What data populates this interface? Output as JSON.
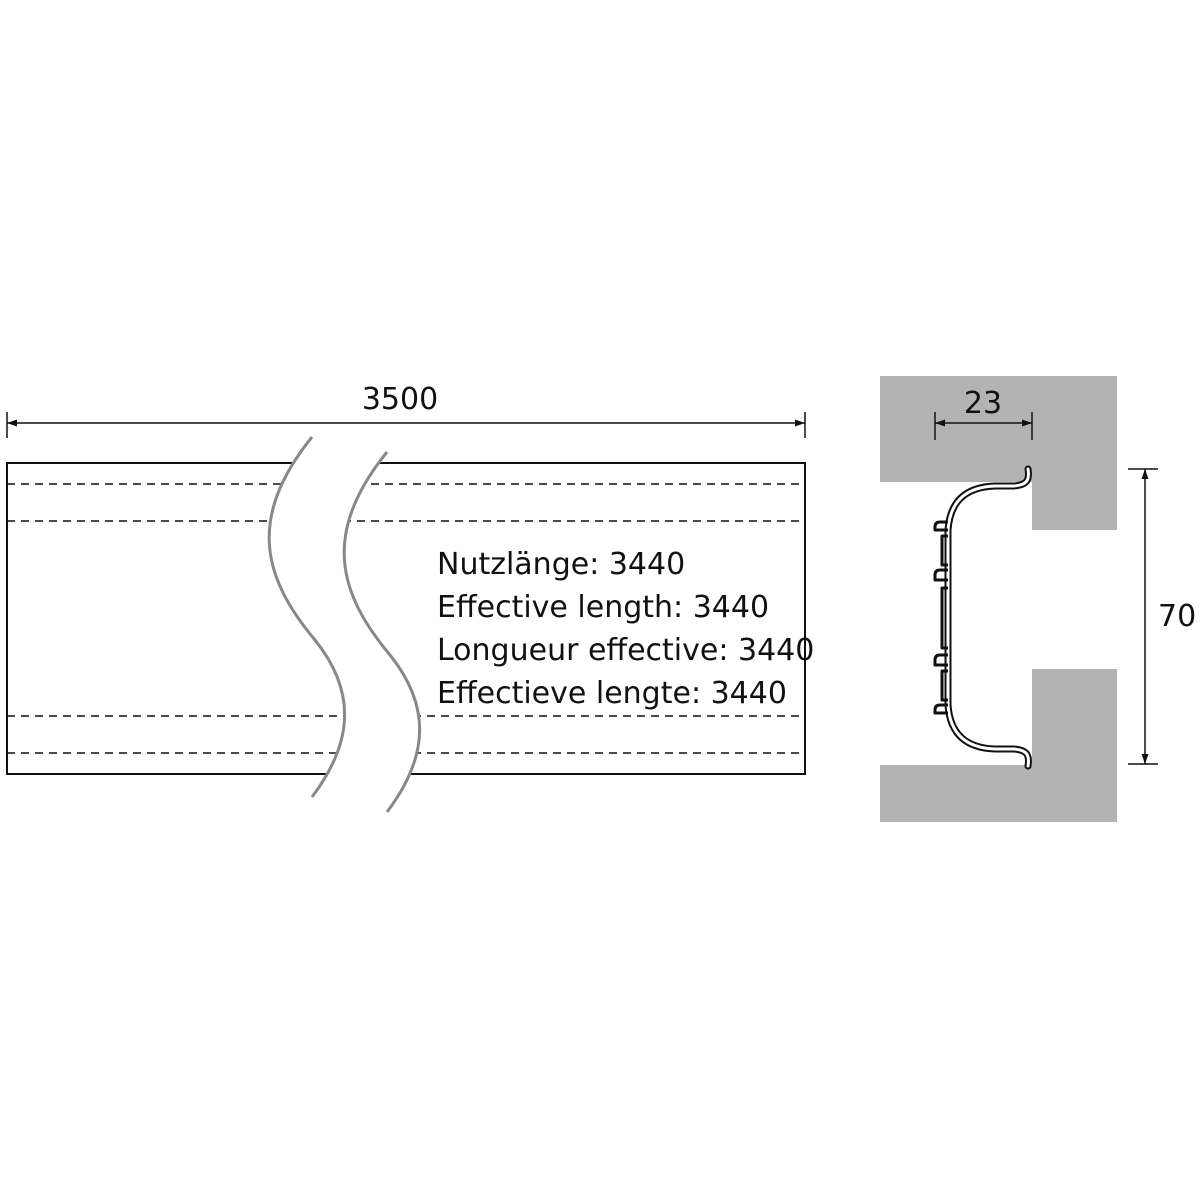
{
  "colors": {
    "line": "#111111",
    "wall": "#b3b3b3",
    "break_line": "#888888",
    "background": "#ffffff"
  },
  "side_view": {
    "length_dimension": "3500",
    "labels": [
      "Nutzlänge: 3440",
      "Effective length: 3440",
      "Longueur effective: 3440",
      "Effectieve lengte: 3440"
    ]
  },
  "cross_section": {
    "depth_dimension": "23",
    "height_dimension": "70"
  }
}
